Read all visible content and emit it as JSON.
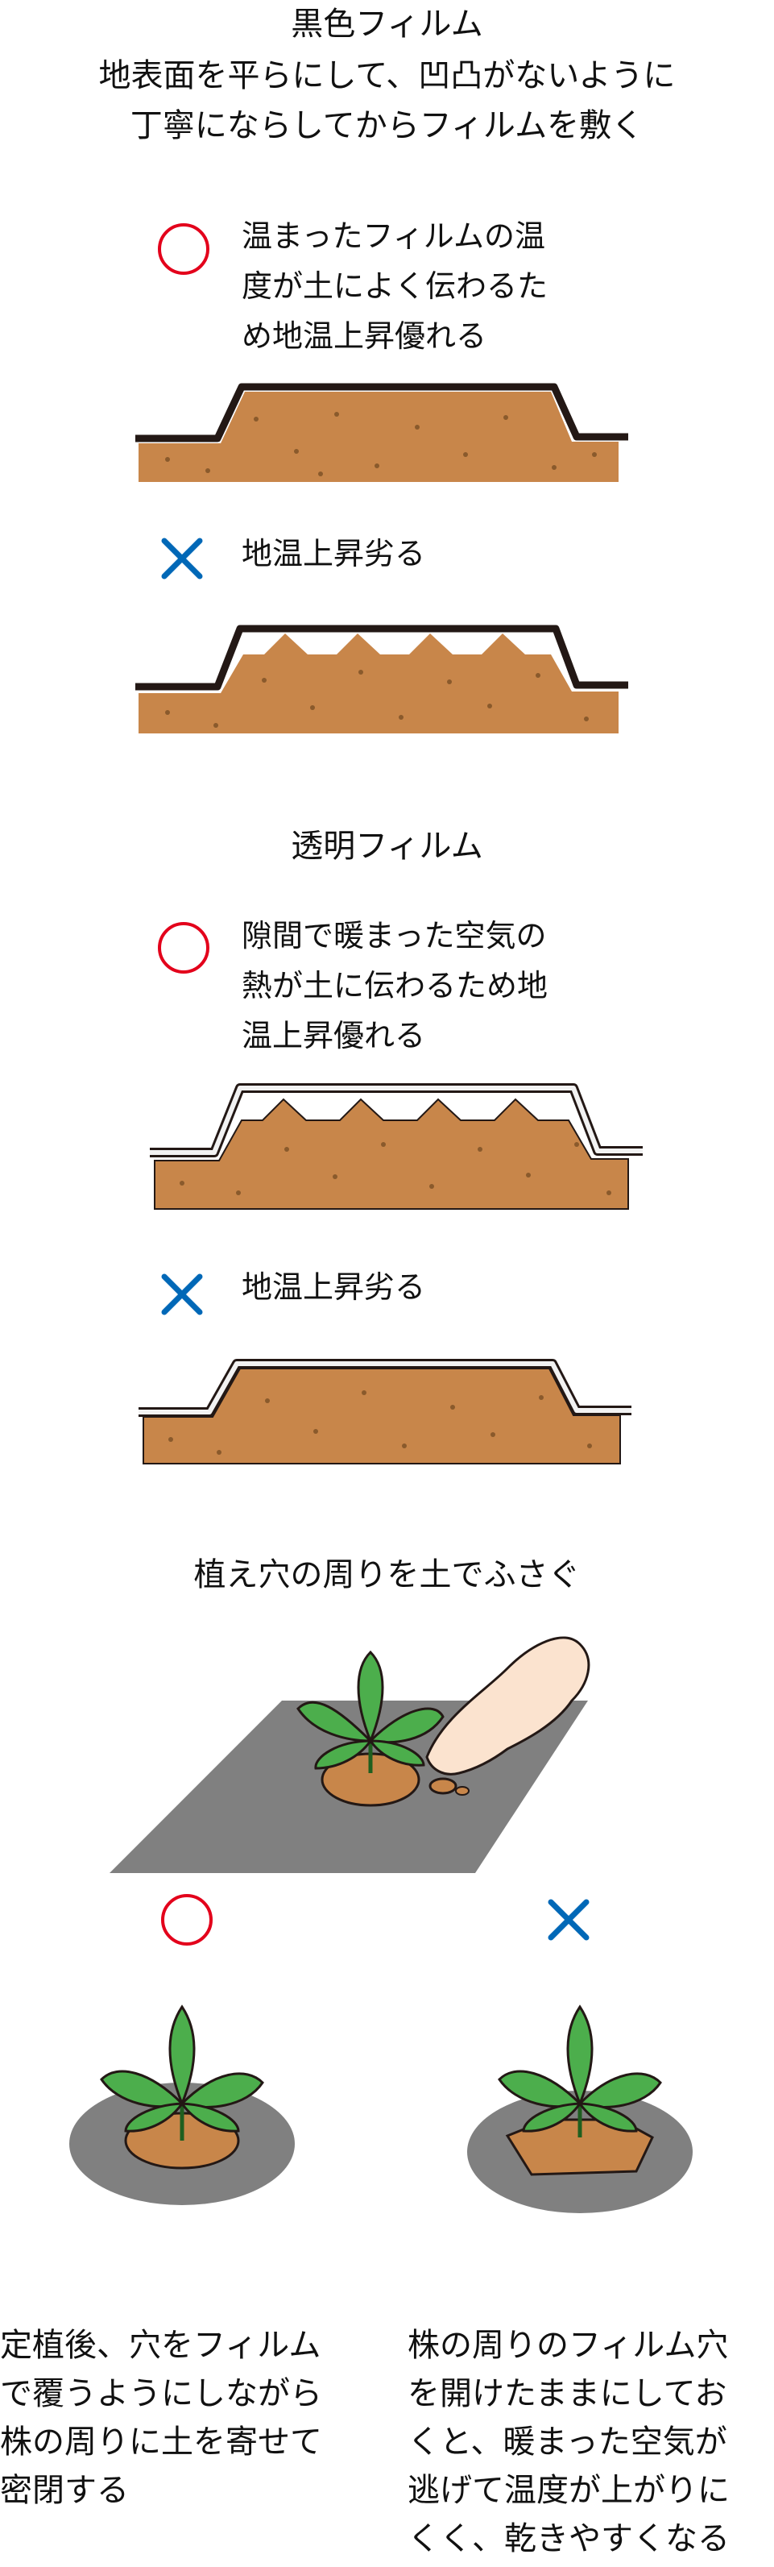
{
  "section_black": {
    "title_lines": [
      "黒色フィルム",
      "地表面を平らにして、凹凸がないように",
      "丁寧にならしてからフィルムを敷く"
    ],
    "good_note": "温まったフィルムの温\n度が土によく伝わるた\nめ地温上昇優れる",
    "bad_note": "地温上昇劣る",
    "film_color": "#231815"
  },
  "section_clear": {
    "title": "透明フィルム",
    "good_note": "隙間で暖まった空気の\n熱が土に伝わるため地\n温上昇優れる",
    "bad_note": "地温上昇劣る",
    "film_color": "#f2f2f2"
  },
  "section_planting": {
    "title": "植え穴の周りを土でふさぐ",
    "good_text": "定植後、穴をフィルム\nで覆うようにしながら\n株の周りに土を寄せて\n密閉する",
    "bad_text": "株の周りのフィルム穴\nを開けたままにしてお\nくと、暖まった空気が\n逃げて温度が上がりに\nくく、乾きやすくなる"
  },
  "colors": {
    "good_mark": "#e3001b",
    "bad_mark": "#0068b7",
    "soil": "#c8864a",
    "mulch": "#808080",
    "leaf": "#4cae4c"
  }
}
